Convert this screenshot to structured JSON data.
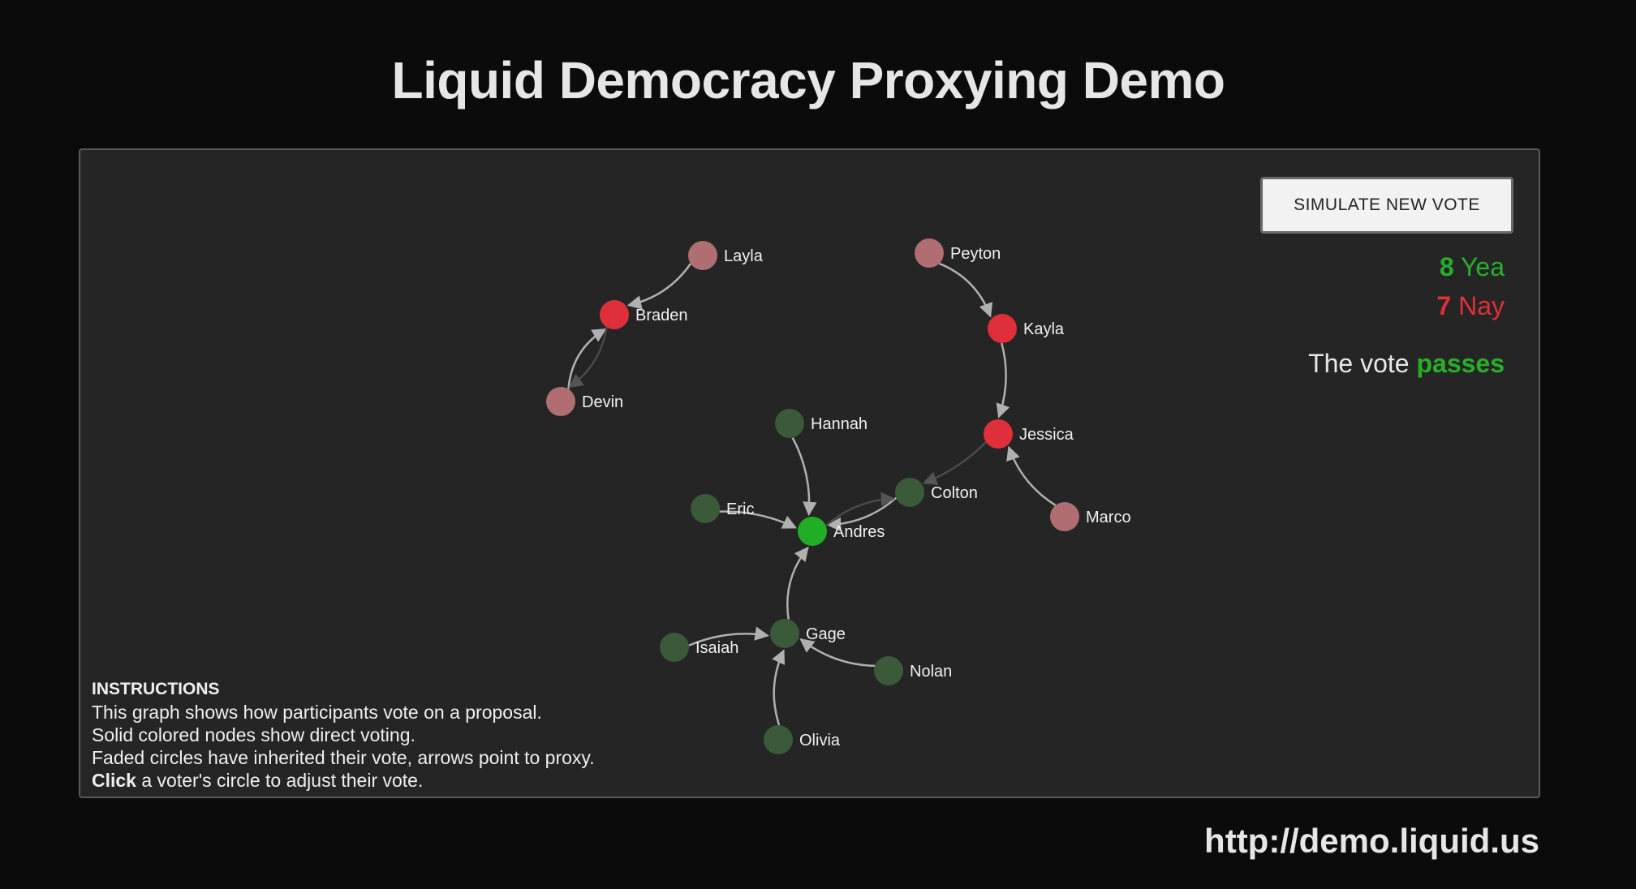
{
  "title": "Liquid Democracy Proxying Demo",
  "button": {
    "label": "SIMULATE NEW VOTE"
  },
  "tally": {
    "yea_count": "8",
    "yea_label": "Yea",
    "nay_count": "7",
    "nay_label": "Nay"
  },
  "result": {
    "prefix": "The vote",
    "word": "passes"
  },
  "instructions": {
    "heading": "INSTRUCTIONS",
    "line1": "This graph shows how participants vote on a proposal.",
    "line2": "Solid colored nodes show direct voting.",
    "line3": "Faded circles have inherited their vote, arrows point to proxy.",
    "line4_bold": "Click",
    "line4_rest": " a voter's circle to adjust their vote."
  },
  "footer": {
    "url": "http://demo.liquid.us"
  },
  "colors": {
    "yea_direct": "#1fae25",
    "yea_inherited": "#3a5a3a",
    "nay_direct": "#df2f3a",
    "nay_inherited": "#b06e72",
    "edge": "#b0b0b0"
  },
  "voters": [
    {
      "name": "Layla",
      "vote": "nay",
      "direct": false
    },
    {
      "name": "Braden",
      "vote": "nay",
      "direct": true
    },
    {
      "name": "Devin",
      "vote": "nay",
      "direct": false
    },
    {
      "name": "Peyton",
      "vote": "nay",
      "direct": false
    },
    {
      "name": "Kayla",
      "vote": "nay",
      "direct": true
    },
    {
      "name": "Jessica",
      "vote": "nay",
      "direct": true
    },
    {
      "name": "Marco",
      "vote": "nay",
      "direct": false
    },
    {
      "name": "Hannah",
      "vote": "yea",
      "direct": false
    },
    {
      "name": "Eric",
      "vote": "yea",
      "direct": false
    },
    {
      "name": "Andres",
      "vote": "yea",
      "direct": true
    },
    {
      "name": "Colton",
      "vote": "yea",
      "direct": false
    },
    {
      "name": "Gage",
      "vote": "yea",
      "direct": false
    },
    {
      "name": "Isaiah",
      "vote": "yea",
      "direct": false
    },
    {
      "name": "Nolan",
      "vote": "yea",
      "direct": false
    },
    {
      "name": "Olivia",
      "vote": "yea",
      "direct": false
    }
  ],
  "proxies": [
    {
      "from": "Layla",
      "to": "Braden"
    },
    {
      "from": "Devin",
      "to": "Braden"
    },
    {
      "from": "Braden",
      "to": "Devin"
    },
    {
      "from": "Peyton",
      "to": "Kayla"
    },
    {
      "from": "Kayla",
      "to": "Jessica"
    },
    {
      "from": "Marco",
      "to": "Jessica"
    },
    {
      "from": "Jessica",
      "to": "Colton"
    },
    {
      "from": "Hannah",
      "to": "Andres"
    },
    {
      "from": "Eric",
      "to": "Andres"
    },
    {
      "from": "Colton",
      "to": "Andres"
    },
    {
      "from": "Andres",
      "to": "Colton"
    },
    {
      "from": "Gage",
      "to": "Andres"
    },
    {
      "from": "Isaiah",
      "to": "Gage"
    },
    {
      "from": "Nolan",
      "to": "Gage"
    },
    {
      "from": "Olivia",
      "to": "Gage"
    }
  ]
}
